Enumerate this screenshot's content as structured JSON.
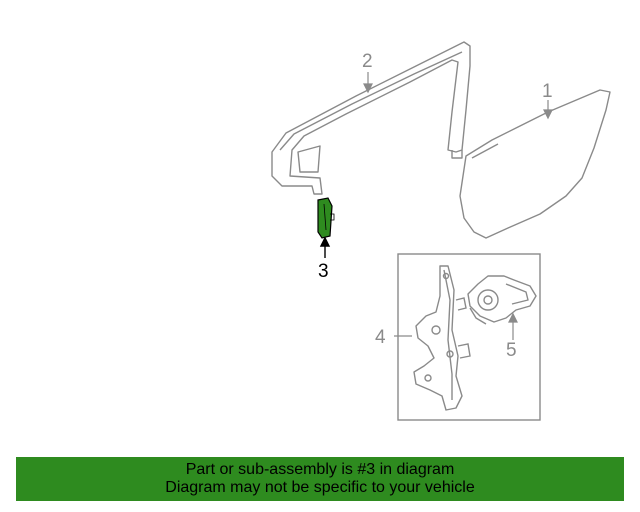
{
  "diagram": {
    "callouts": {
      "part1": "1",
      "part2": "2",
      "part3": "3",
      "part4": "4",
      "part5": "5"
    },
    "highlight_color": "#2e8b1f",
    "line_color": "#8a8a8a"
  },
  "banner": {
    "line1": "Part or sub-assembly is #3 in diagram",
    "line2": "Diagram may not be specific to your vehicle",
    "background": "#2e8b1f"
  }
}
